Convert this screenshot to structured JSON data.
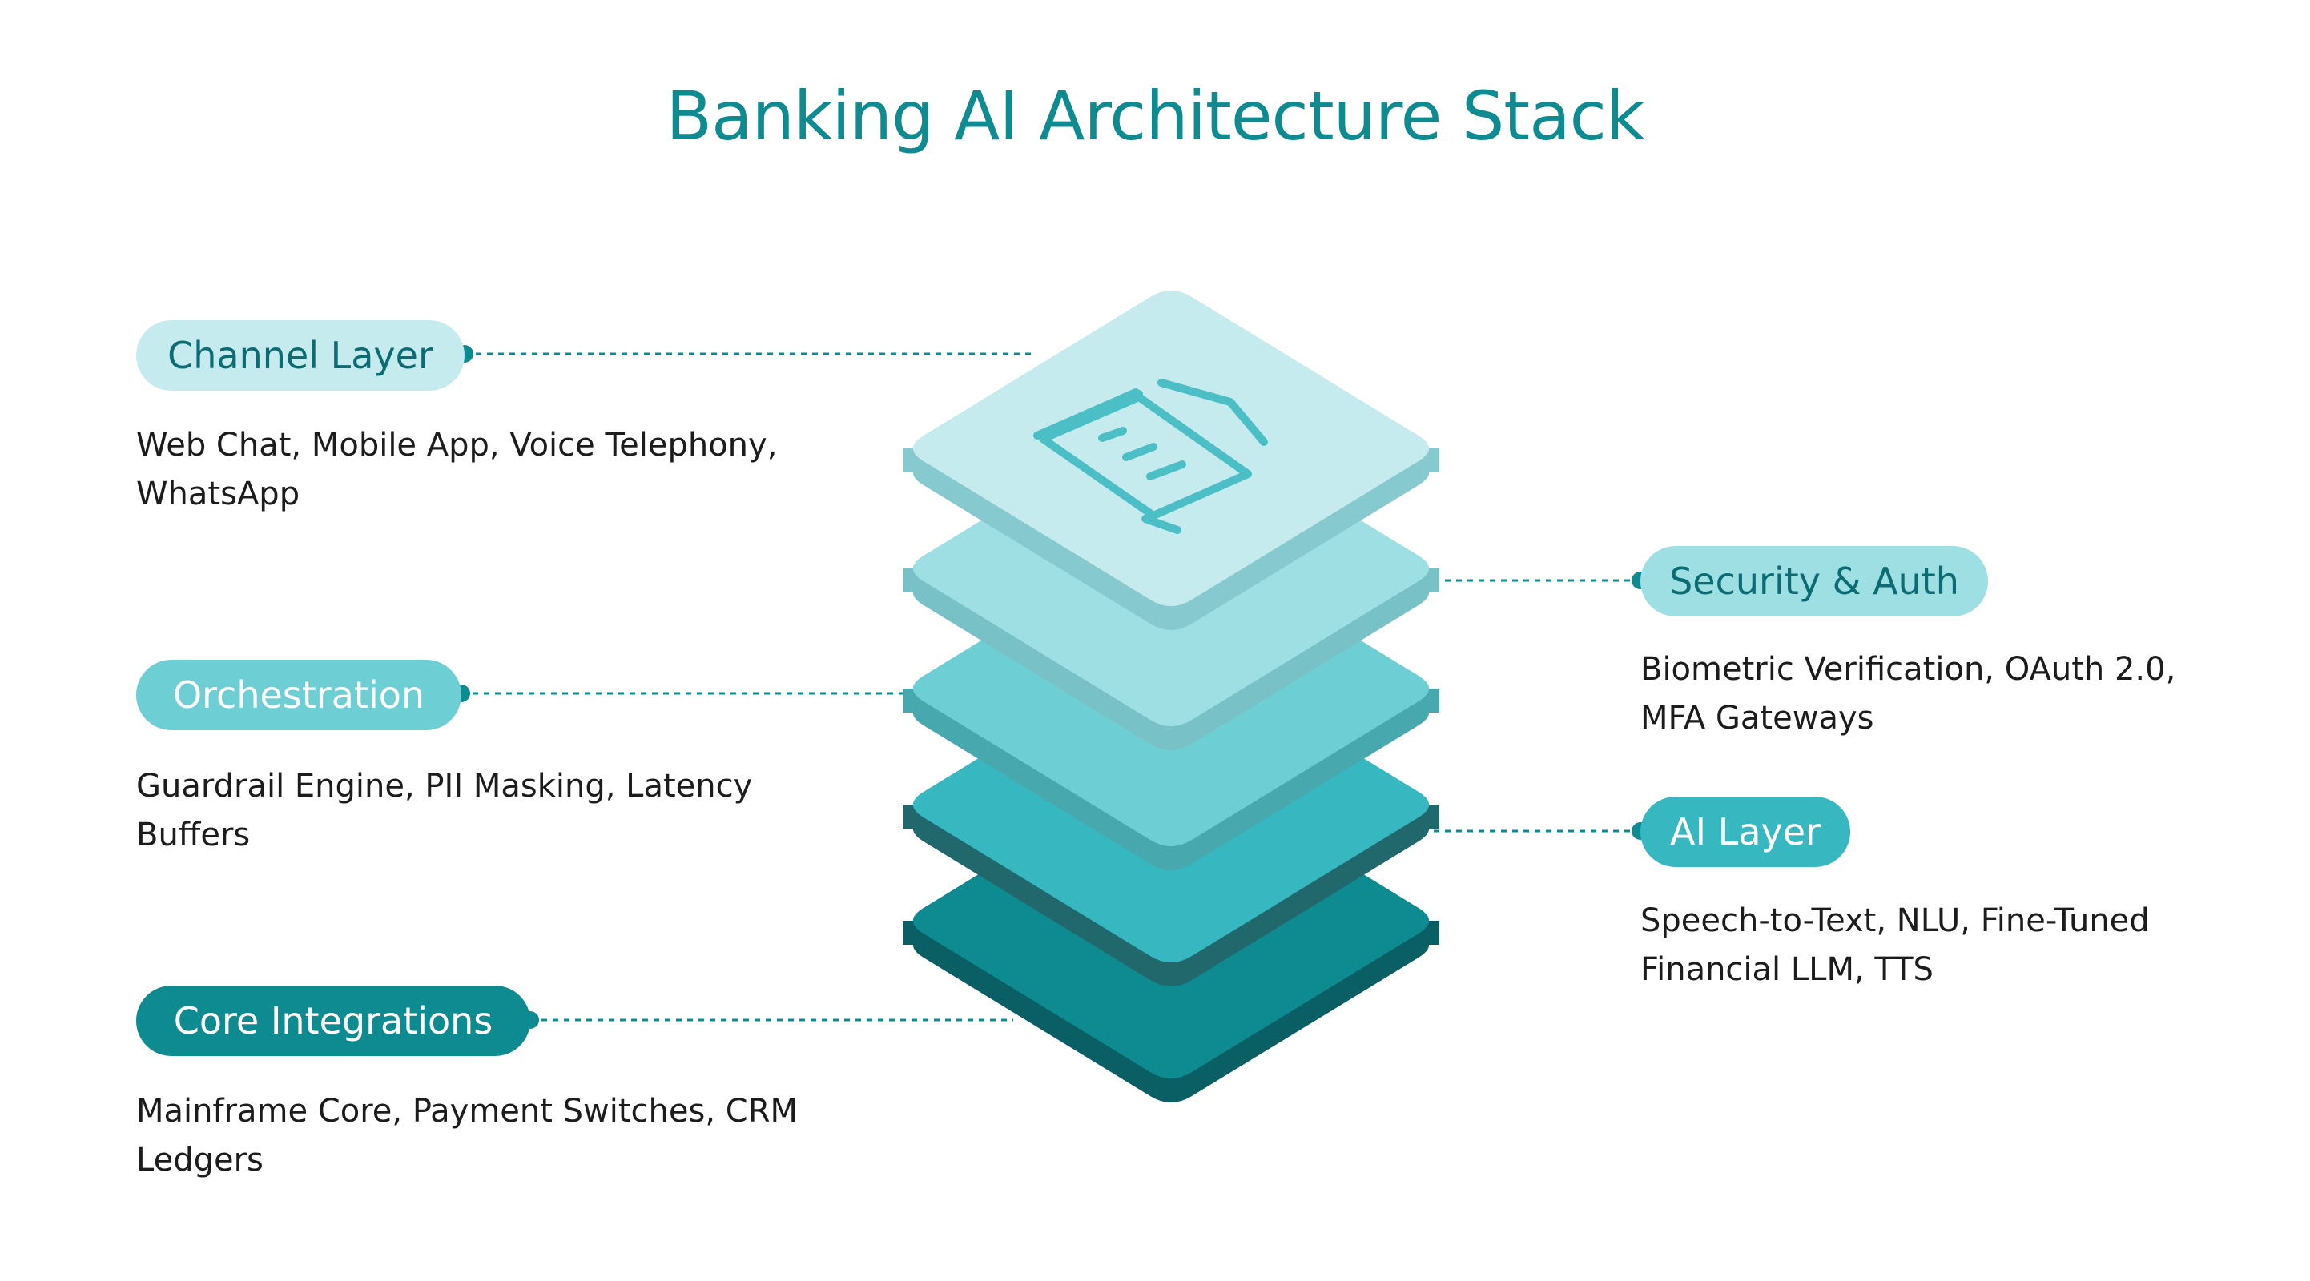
{
  "title": "Banking AI Architecture Stack",
  "layers": [
    {
      "name": "Channel Layer",
      "description": "Web Chat, Mobile App, Voice Telephony, WhatsApp"
    },
    {
      "name": "Security & Auth",
      "description": "Biometric Verification, OAuth 2.0, MFA Gateways"
    },
    {
      "name": "Orchestration",
      "description": "Guardrail Engine, PII Masking, Latency Buffers"
    },
    {
      "name": "AI Layer",
      "description": "Speech-to-Text, NLU, Fine-Tuned Financial LLM, TTS"
    },
    {
      "name": "Core Integrations",
      "description": "Mainframe Core, Payment Switches, CRM Ledgers"
    }
  ],
  "icons": {
    "top_layer": "bank-building-icon"
  },
  "colors": {
    "title": "#0e8a91",
    "layer_top": [
      "#c5ebee",
      "#9edfe3",
      "#6dcfd4",
      "#37b8c0",
      "#0e8a91"
    ],
    "layer_side": [
      "#86c9ce",
      "#78c1c6",
      "#47a8ae",
      "#21686d",
      "#0a5f65"
    ]
  }
}
